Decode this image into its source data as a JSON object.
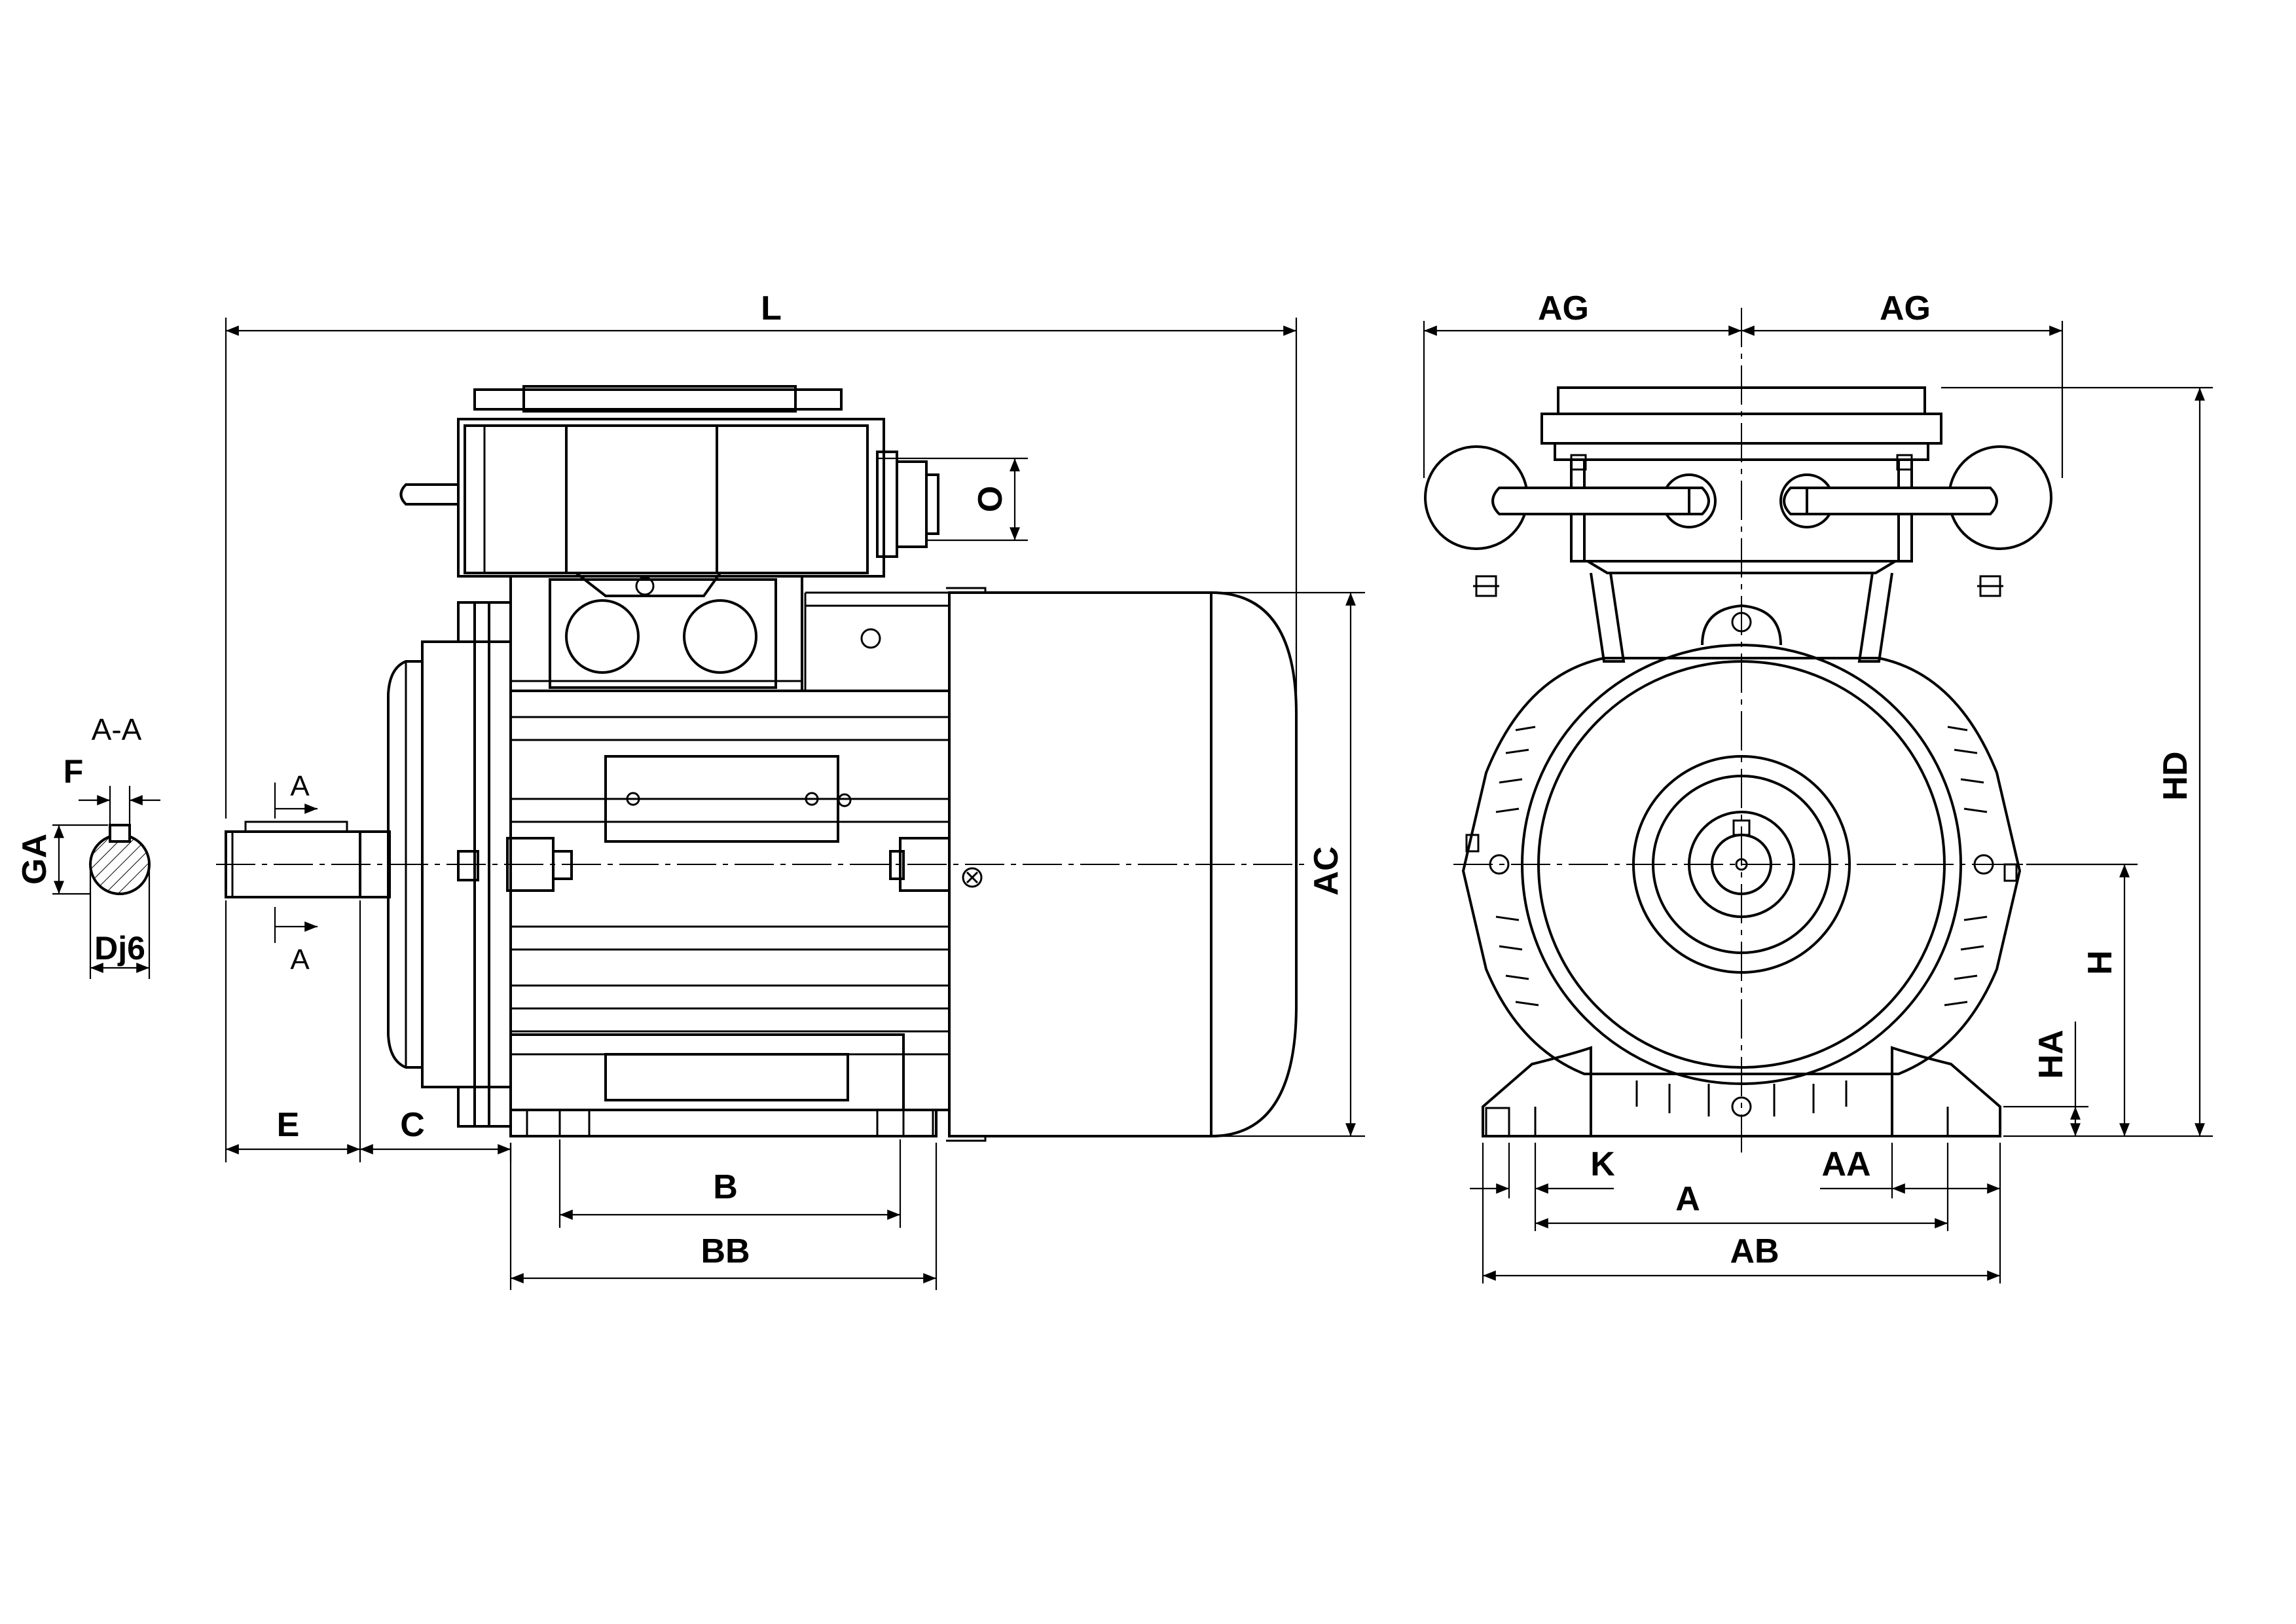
{
  "labels": {
    "L": "L",
    "O": "O",
    "AC": "AC",
    "E": "E",
    "C": "C",
    "B": "B",
    "BB": "BB",
    "section_title": "A-A",
    "section_mark_top": "A",
    "section_mark_bottom": "A",
    "F": "F",
    "GA": "GA",
    "D": "Dj6",
    "AG_left": "AG",
    "AG_right": "AG",
    "HD": "HD",
    "H": "H",
    "HA": "HA",
    "K": "K",
    "A": "A",
    "AA": "AA",
    "AB": "AB"
  }
}
